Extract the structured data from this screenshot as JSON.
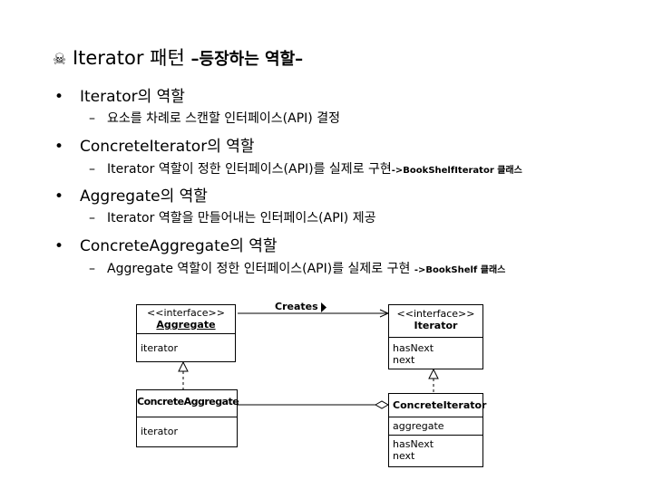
{
  "title": {
    "icon": "skull-crossbones-icon",
    "main": "Iterator 패턴",
    "suffix": "–등장하는 역할–"
  },
  "bullets": [
    {
      "label": "Iterator의 역할",
      "sub": "요소를 차례로 스캔할 인터페이스(API) 결정",
      "note": ""
    },
    {
      "label": "ConcreteIterator의 역할",
      "sub": "Iterator 역할이 정한 인터페이스(API)를 실제로 구현",
      "note": "->BookShelfIterator 클래스"
    },
    {
      "label": "Aggregate의 역할",
      "sub": "Iterator 역할을 만들어내는 인터페이스(API) 제공",
      "note": ""
    },
    {
      "label": "ConcreteAggregate의 역할",
      "sub": "Aggregate 역할이 정한 인터페이스(API)를 실제로 구현",
      "note": "->BookShelf 클래스"
    }
  ],
  "symbols": {
    "bullet": "•",
    "dash": "–"
  },
  "diagram": {
    "aggregate": {
      "stereotype": "<<interface>>",
      "name": "Aggregate",
      "methods": [
        "iterator"
      ]
    },
    "iterator": {
      "stereotype": "<<interface>>",
      "name": "Iterator",
      "methods": [
        "hasNext",
        "next"
      ]
    },
    "concrete_aggregate": {
      "name": "ConcreteAggregate",
      "methods": [
        "iterator"
      ]
    },
    "concrete_iterator": {
      "name": "ConcreteIterator",
      "fields": [
        "aggregate"
      ],
      "methods": [
        "hasNext",
        "next"
      ]
    },
    "creates_label": "Creates"
  }
}
